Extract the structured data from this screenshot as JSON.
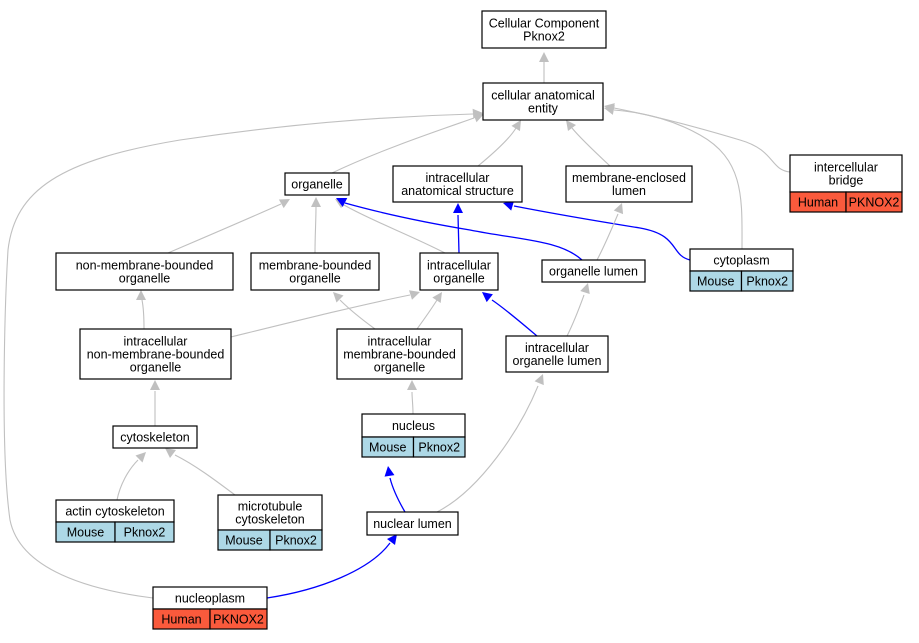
{
  "diagram": {
    "colors": {
      "is_a_edge": "#c0c0c0",
      "part_of_edge": "#0000ff",
      "mouse_cell": "#add8e6",
      "human_cell": "#fa5a3c",
      "node_border": "#000000",
      "node_fill": "#ffffff"
    },
    "nodes": [
      {
        "id": "root",
        "lines": [
          "Cellular Component",
          "Pknox2"
        ]
      },
      {
        "id": "cae",
        "lines": [
          "cellular anatomical",
          "entity"
        ]
      },
      {
        "id": "organelle",
        "lines": [
          "organelle"
        ]
      },
      {
        "id": "ias",
        "lines": [
          "intracellular",
          "anatomical structure"
        ]
      },
      {
        "id": "mel",
        "lines": [
          "membrane-enclosed",
          "lumen"
        ]
      },
      {
        "id": "icb",
        "lines": [
          "intercellular",
          "bridge"
        ],
        "annotations": [
          {
            "species": "Human",
            "gene": "PKNOX2"
          }
        ]
      },
      {
        "id": "nmbo",
        "lines": [
          "non-membrane-bounded",
          "organelle"
        ]
      },
      {
        "id": "mbo",
        "lines": [
          "membrane-bounded",
          "organelle"
        ]
      },
      {
        "id": "io",
        "lines": [
          "intracellular",
          "organelle"
        ]
      },
      {
        "id": "ol",
        "lines": [
          "organelle lumen"
        ]
      },
      {
        "id": "cyto",
        "lines": [
          "cytoplasm"
        ],
        "annotations": [
          {
            "species": "Mouse",
            "gene": "Pknox2"
          }
        ]
      },
      {
        "id": "inmbo",
        "lines": [
          "intracellular",
          "non-membrane-bounded",
          "organelle"
        ]
      },
      {
        "id": "imbo",
        "lines": [
          "intracellular",
          "membrane-bounded",
          "organelle"
        ]
      },
      {
        "id": "iol",
        "lines": [
          "intracellular",
          "organelle lumen"
        ]
      },
      {
        "id": "csk",
        "lines": [
          "cytoskeleton"
        ]
      },
      {
        "id": "nuc",
        "lines": [
          "nucleus"
        ],
        "annotations": [
          {
            "species": "Mouse",
            "gene": "Pknox2"
          }
        ]
      },
      {
        "id": "acsk",
        "lines": [
          "actin cytoskeleton"
        ],
        "annotations": [
          {
            "species": "Mouse",
            "gene": "Pknox2"
          }
        ]
      },
      {
        "id": "mtcsk",
        "lines": [
          "microtubule",
          "cytoskeleton"
        ],
        "annotations": [
          {
            "species": "Mouse",
            "gene": "Pknox2"
          }
        ]
      },
      {
        "id": "nl",
        "lines": [
          "nuclear lumen"
        ]
      },
      {
        "id": "np",
        "lines": [
          "nucleoplasm"
        ],
        "annotations": [
          {
            "species": "Human",
            "gene": "PKNOX2"
          }
        ]
      }
    ],
    "edges": [
      {
        "from": "cae",
        "to": "root",
        "relation": "is_a"
      },
      {
        "from": "organelle",
        "to": "cae",
        "relation": "is_a"
      },
      {
        "from": "ias",
        "to": "cae",
        "relation": "is_a"
      },
      {
        "from": "mel",
        "to": "cae",
        "relation": "is_a"
      },
      {
        "from": "icb",
        "to": "cae",
        "relation": "is_a"
      },
      {
        "from": "cyto",
        "to": "cae",
        "relation": "is_a"
      },
      {
        "from": "np",
        "to": "cae",
        "relation": "is_a"
      },
      {
        "from": "nmbo",
        "to": "organelle",
        "relation": "is_a"
      },
      {
        "from": "mbo",
        "to": "organelle",
        "relation": "is_a"
      },
      {
        "from": "io",
        "to": "organelle",
        "relation": "is_a"
      },
      {
        "from": "ol",
        "to": "organelle",
        "relation": "part_of"
      },
      {
        "from": "io",
        "to": "ias",
        "relation": "part_of"
      },
      {
        "from": "cyto",
        "to": "ias",
        "relation": "part_of"
      },
      {
        "from": "ol",
        "to": "mel",
        "relation": "is_a"
      },
      {
        "from": "inmbo",
        "to": "nmbo",
        "relation": "is_a"
      },
      {
        "from": "inmbo",
        "to": "io",
        "relation": "is_a"
      },
      {
        "from": "imbo",
        "to": "mbo",
        "relation": "is_a"
      },
      {
        "from": "imbo",
        "to": "io",
        "relation": "is_a"
      },
      {
        "from": "iol",
        "to": "io",
        "relation": "part_of"
      },
      {
        "from": "iol",
        "to": "ol",
        "relation": "is_a"
      },
      {
        "from": "csk",
        "to": "inmbo",
        "relation": "is_a"
      },
      {
        "from": "nuc",
        "to": "imbo",
        "relation": "is_a"
      },
      {
        "from": "nl",
        "to": "iol",
        "relation": "is_a"
      },
      {
        "from": "nl",
        "to": "nuc",
        "relation": "part_of"
      },
      {
        "from": "acsk",
        "to": "csk",
        "relation": "is_a"
      },
      {
        "from": "mtcsk",
        "to": "csk",
        "relation": "is_a"
      },
      {
        "from": "np",
        "to": "nl",
        "relation": "part_of"
      }
    ]
  }
}
